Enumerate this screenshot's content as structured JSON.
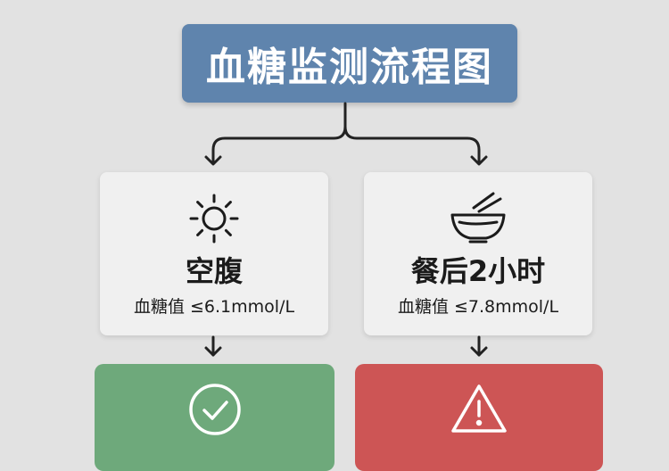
{
  "title": "血糖监测流程图",
  "fasting": {
    "label": "空腹",
    "value": "血糖值 ≤6.1mmol/L",
    "icon": "sun-icon"
  },
  "postmeal": {
    "label": "餐后2小时",
    "value": "血糖值 ≤7.8mmol/L",
    "icon": "bowl-chopsticks-icon"
  },
  "results": {
    "normal_icon": "check-circle-icon",
    "normal_color": "#6ea97b",
    "warning_icon": "warning-triangle-icon",
    "warning_color": "#cd5555"
  },
  "colors": {
    "title_bg": "#5f84ad",
    "background": "#e2e2e2",
    "card_bg": "#f0f0f0",
    "connector": "#222222"
  }
}
